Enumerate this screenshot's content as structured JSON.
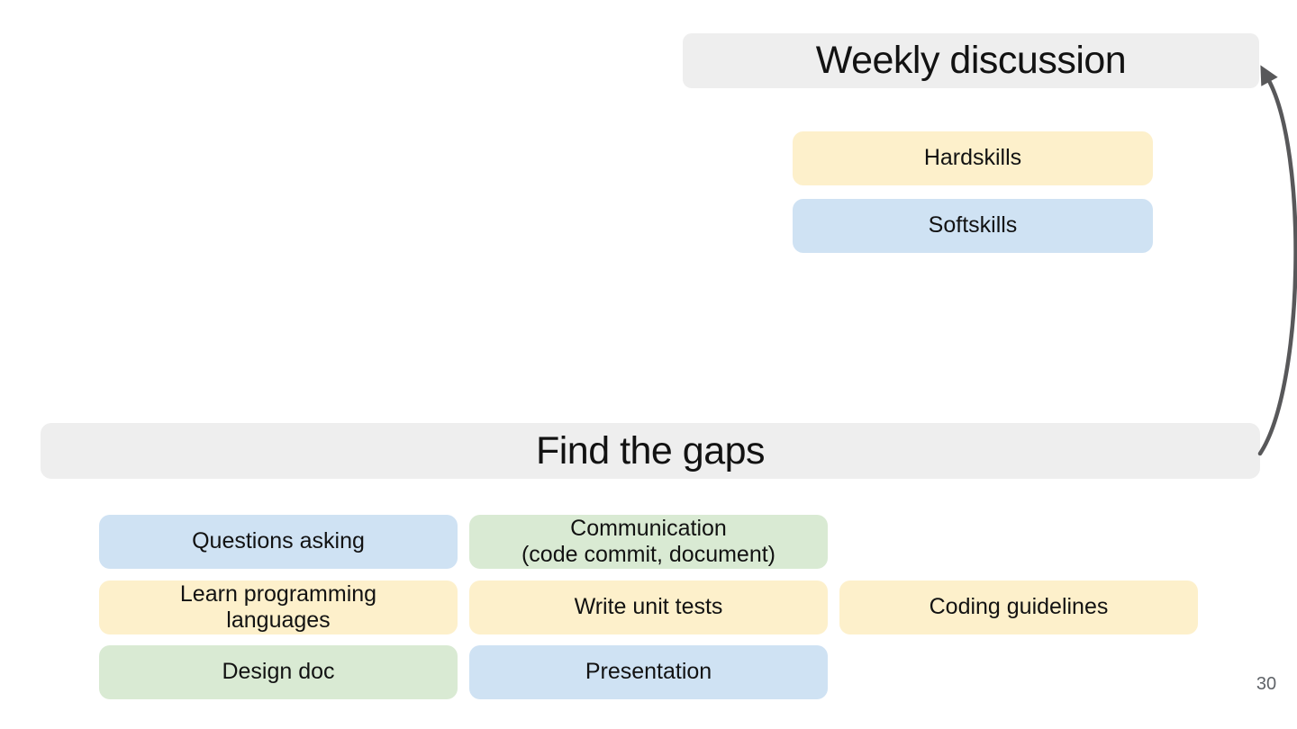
{
  "page": {
    "page_number": "30",
    "background": "#ffffff"
  },
  "colors": {
    "header_bg": "#eeeeee",
    "yellow": "#fdf0cb",
    "blue": "#cfe2f3",
    "green": "#d9ead3",
    "arrow": "#58585a",
    "text": "#121212",
    "page_number_color": "#5f6368"
  },
  "weekly_discussion": {
    "title": "Weekly discussion",
    "items": [
      {
        "label": "Hardskills",
        "bg": "#fdf0cb"
      },
      {
        "label": "Softskills",
        "bg": "#cfe2f3"
      }
    ]
  },
  "find_the_gaps": {
    "title": "Find the gaps",
    "rows": [
      [
        {
          "label": "Questions asking",
          "bg": "#cfe2f3"
        },
        {
          "label": "Communication\n(code commit, document)",
          "bg": "#d9ead3"
        }
      ],
      [
        {
          "label": "Learn programming\nlanguages",
          "bg": "#fdf0cb"
        },
        {
          "label": "Write unit tests",
          "bg": "#fdf0cb"
        },
        {
          "label": "Coding guidelines",
          "bg": "#fdf0cb"
        }
      ],
      [
        {
          "label": "Design doc",
          "bg": "#d9ead3"
        },
        {
          "label": "Presentation",
          "bg": "#cfe2f3"
        }
      ]
    ]
  }
}
